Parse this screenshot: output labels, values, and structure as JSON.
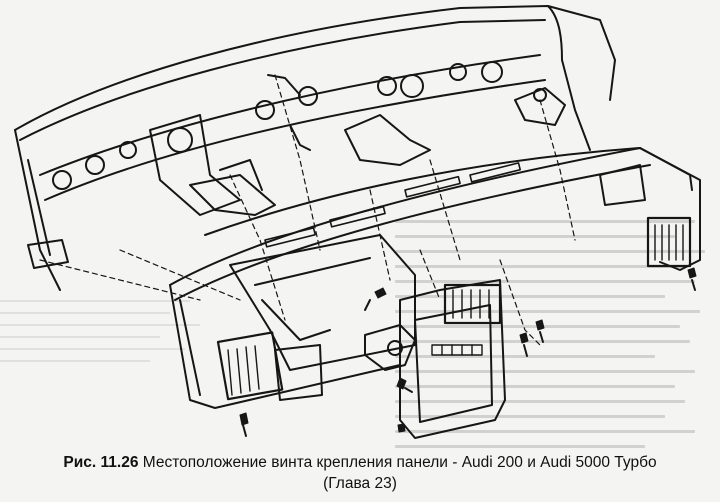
{
  "figure": {
    "number": "Рис. 11.26",
    "caption_line1": "Местоположение винта крепления панели - Audi 200 и Audi 5000 Турбо",
    "caption_line2": "(Глава 23)"
  },
  "colors": {
    "ink": "#161616",
    "paper": "#f4f4f2"
  }
}
